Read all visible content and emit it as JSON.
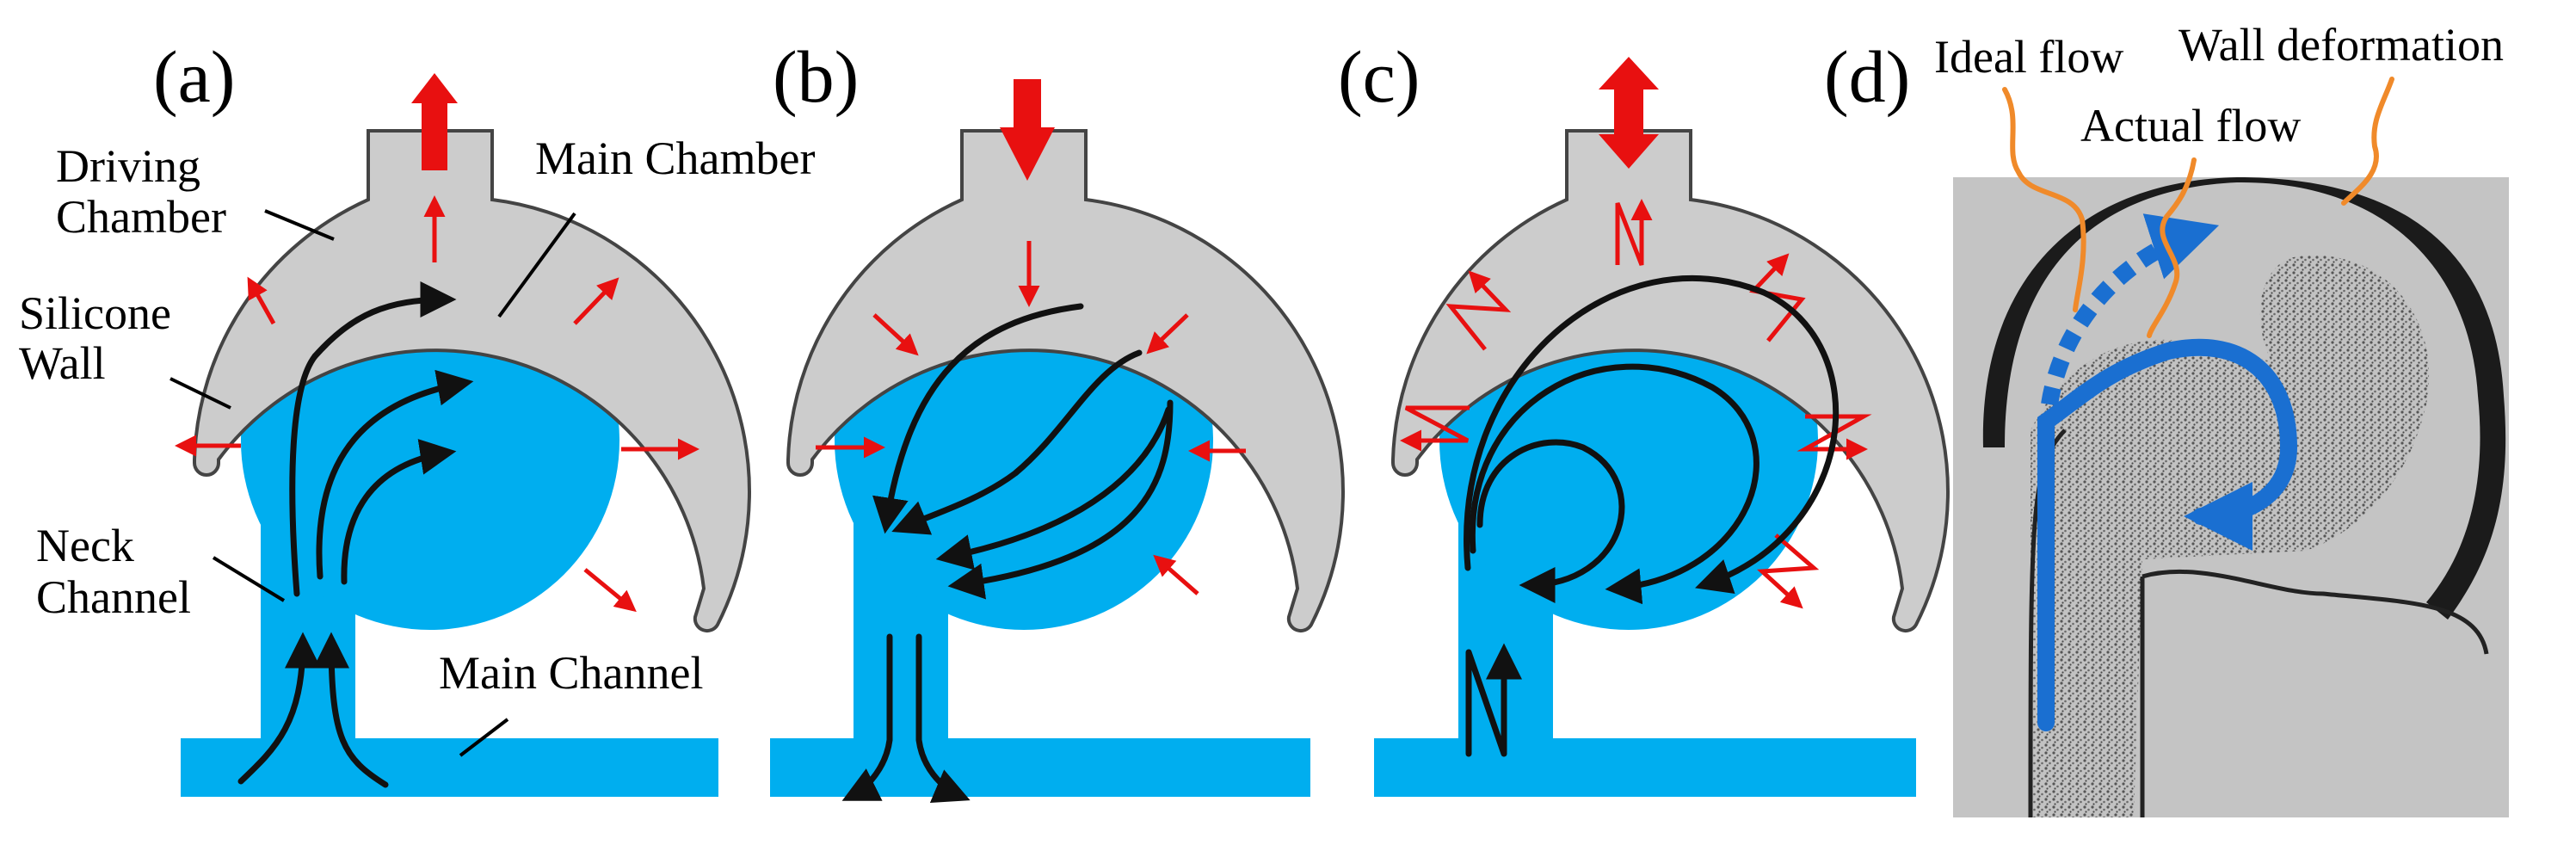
{
  "panels": {
    "a": {
      "label": "(a)",
      "callouts": {
        "driving_chamber_line1": "Driving",
        "driving_chamber_line2": "Chamber",
        "main_chamber": "Main Chamber",
        "silicone_wall_line1": "Silicone",
        "silicone_wall_line2": "Wall",
        "neck_channel_line1": "Neck",
        "neck_channel_line2": "Channel",
        "main_channel": "Main Channel"
      }
    },
    "b": {
      "label": "(b)"
    },
    "c": {
      "label": "(c)"
    },
    "d": {
      "label": "(d)",
      "annotations": {
        "ideal_flow": "Ideal flow",
        "wall_deformation": "Wall deformation",
        "actual_flow": "Actual flow"
      }
    }
  },
  "colors": {
    "fluid": "#00aeef",
    "wall": "#cccccc",
    "force_arrow": "#e81010",
    "flow_arrow": "#111111",
    "leader_line": "#f08a2a",
    "actual_flow_arrow": "#1a6fd1",
    "photo_background": "#c9c9c9"
  }
}
